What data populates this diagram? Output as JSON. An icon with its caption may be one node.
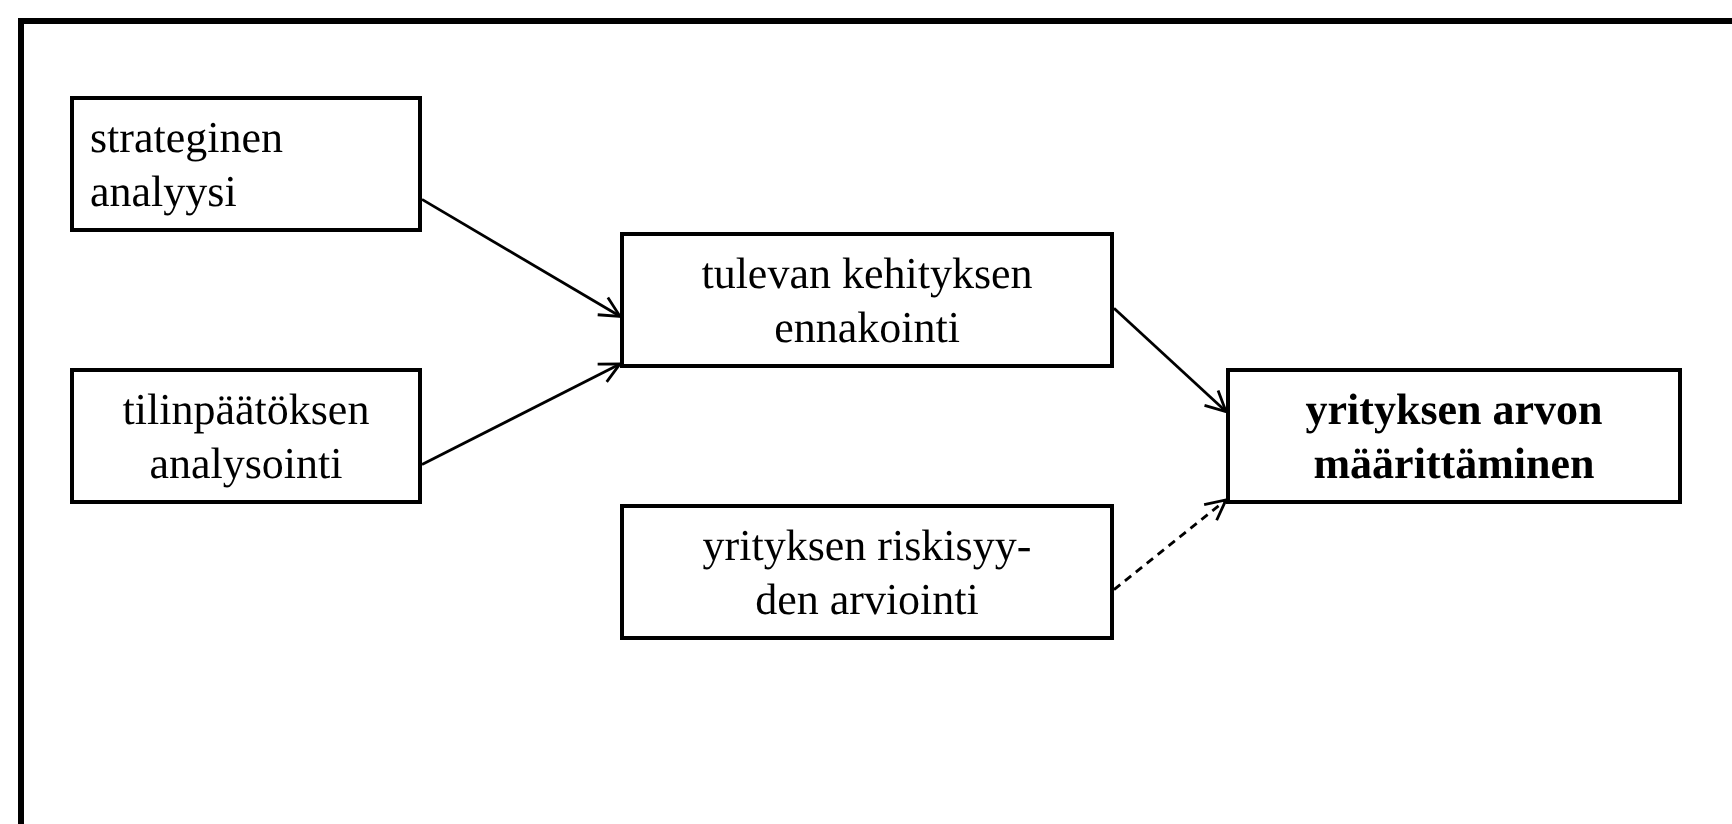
{
  "diagram": {
    "nodes": [
      {
        "text": [
          "strateginen analyysi"
        ]
      },
      {
        "text": [
          "tilinpäätöksen analysointi"
        ]
      },
      {
        "text": [
          "tulevan kehityksen ennakointi"
        ]
      },
      {
        "text": [
          "yrityksen riskisyy- den arviointi"
        ]
      },
      {
        "text": [
          "yrityksen arvon määrittäminen"
        ]
      }
    ],
    "edges": [
      {
        "from": 0,
        "to": 2,
        "arrow": "to"
      },
      {
        "from": 1,
        "to": 2,
        "arrow": "to"
      },
      {
        "from": 2,
        "to": 4,
        "arrow": "to"
      },
      {
        "from": 3,
        "to": 4,
        "arrow": "to",
        "style": "dashed"
      }
    ]
  }
}
